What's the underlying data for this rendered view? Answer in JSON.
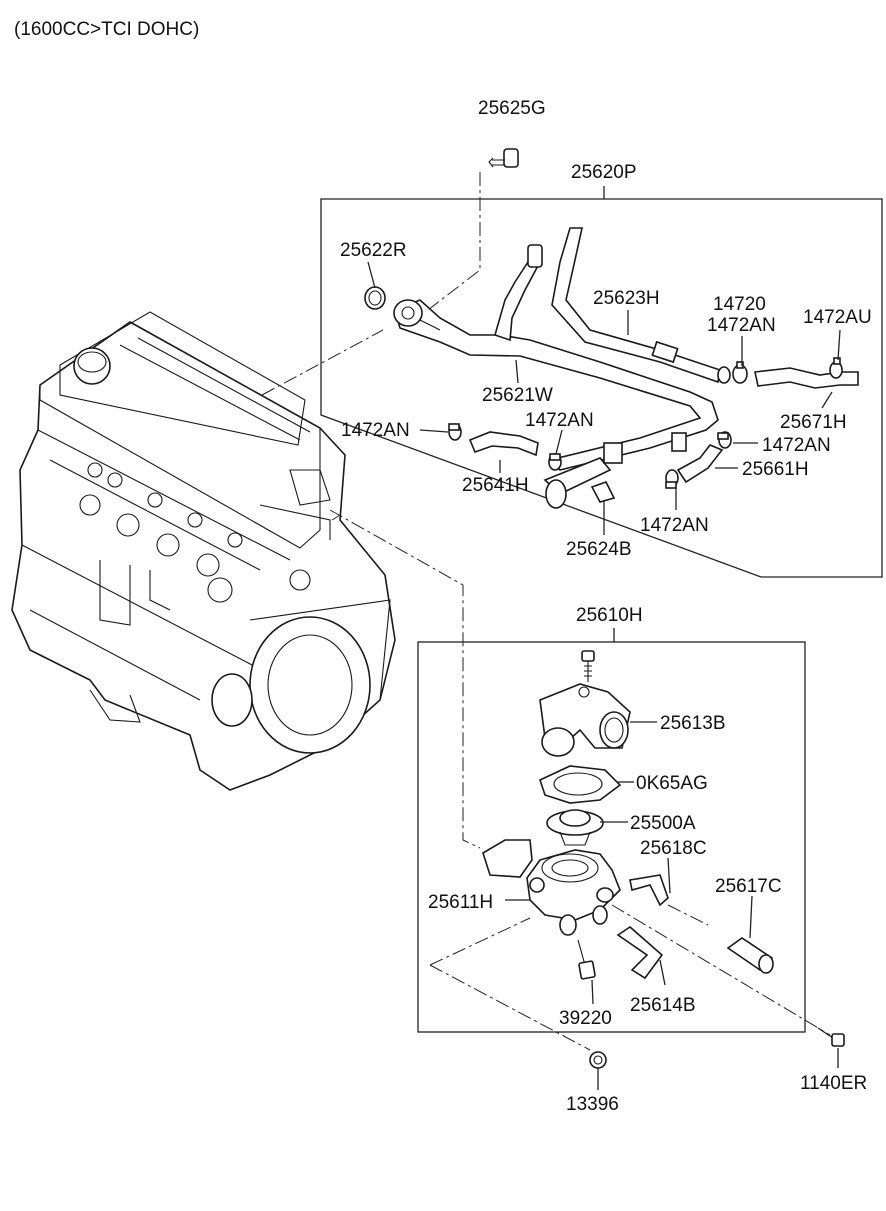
{
  "header": {
    "title": "(1600CC>TCI DOHC)"
  },
  "labels": {
    "p25625G": "25625G",
    "p25620P": "25620P",
    "p25622R": "25622R",
    "p25623H": "25623H",
    "p14720": "14720",
    "p1472AN_a": "1472AN",
    "p1472AU": "1472AU",
    "p25621W": "25621W",
    "p25671H": "25671H",
    "p1472AN_b": "1472AN",
    "p1472AN_c": "1472AN",
    "p1472AN_d": "1472AN",
    "p25641H": "25641H",
    "p25661H": "25661H",
    "p1472AN_e": "1472AN",
    "p25624B": "25624B",
    "p25610H": "25610H",
    "p25613B": "25613B",
    "p0K65AG": "0K65AG",
    "p25500A": "25500A",
    "p25618C": "25618C",
    "p25617C": "25617C",
    "p25611H": "25611H",
    "p39220": "39220",
    "p25614B": "25614B",
    "p13396": "13396",
    "p1140ER": "1140ER"
  }
}
